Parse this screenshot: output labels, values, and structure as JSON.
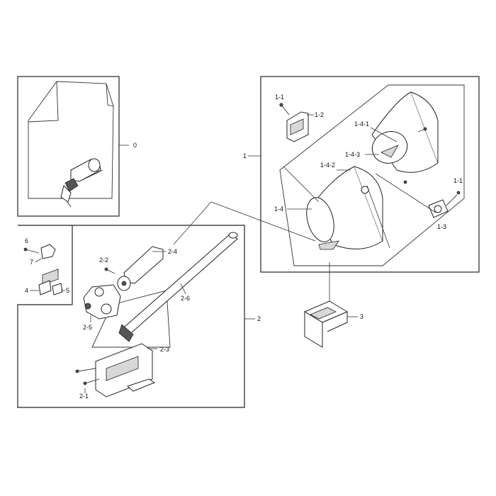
{
  "callouts": {
    "c0": "0",
    "c1": "1",
    "c1_1a": "1-1",
    "c1_1b": "1-1",
    "c1_2": "1-2",
    "c1_3": "1-3",
    "c1_4": "1-4",
    "c1_4_1": "1-4-1",
    "c1_4_2": "1-4-2",
    "c1_4_3": "1-4-3",
    "c2": "2",
    "c2_1": "2-1",
    "c2_2": "2-2",
    "c2_3": "2-3",
    "c2_4": "2-4",
    "c2_5": "2-5",
    "c2_6": "2-6",
    "c3": "3",
    "c4": "4",
    "c5": "5",
    "c6": "6",
    "c7": "7"
  }
}
